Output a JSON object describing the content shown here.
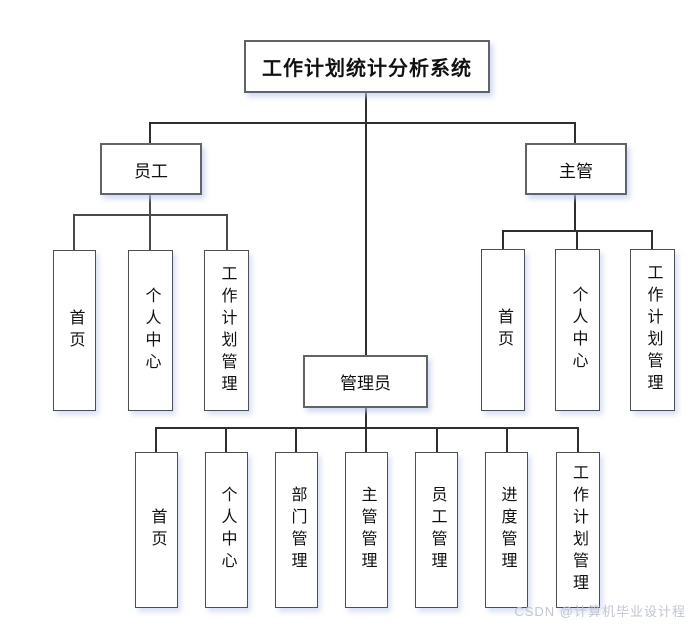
{
  "diagram": {
    "root": {
      "label": "工作计划统计分析系统"
    },
    "branches": [
      {
        "label": "员工",
        "children": [
          "首页",
          "个人中心",
          "工作计划管理"
        ]
      },
      {
        "label": "主管",
        "children": [
          "首页",
          "个人中心",
          "工作计划管理"
        ]
      },
      {
        "label": "管理员",
        "children": [
          "首页",
          "个人中心",
          "部门管理",
          "主管管理",
          "员工管理",
          "进度管理",
          "工作计划管理"
        ]
      }
    ]
  },
  "watermark": {
    "text": "CSDN @计算机毕业设计程"
  },
  "colors": {
    "box_border": "#636363",
    "connector": "#2e2e2e",
    "box_shadow": "#bac8ee",
    "watermark_text": "#c2c6d4"
  }
}
